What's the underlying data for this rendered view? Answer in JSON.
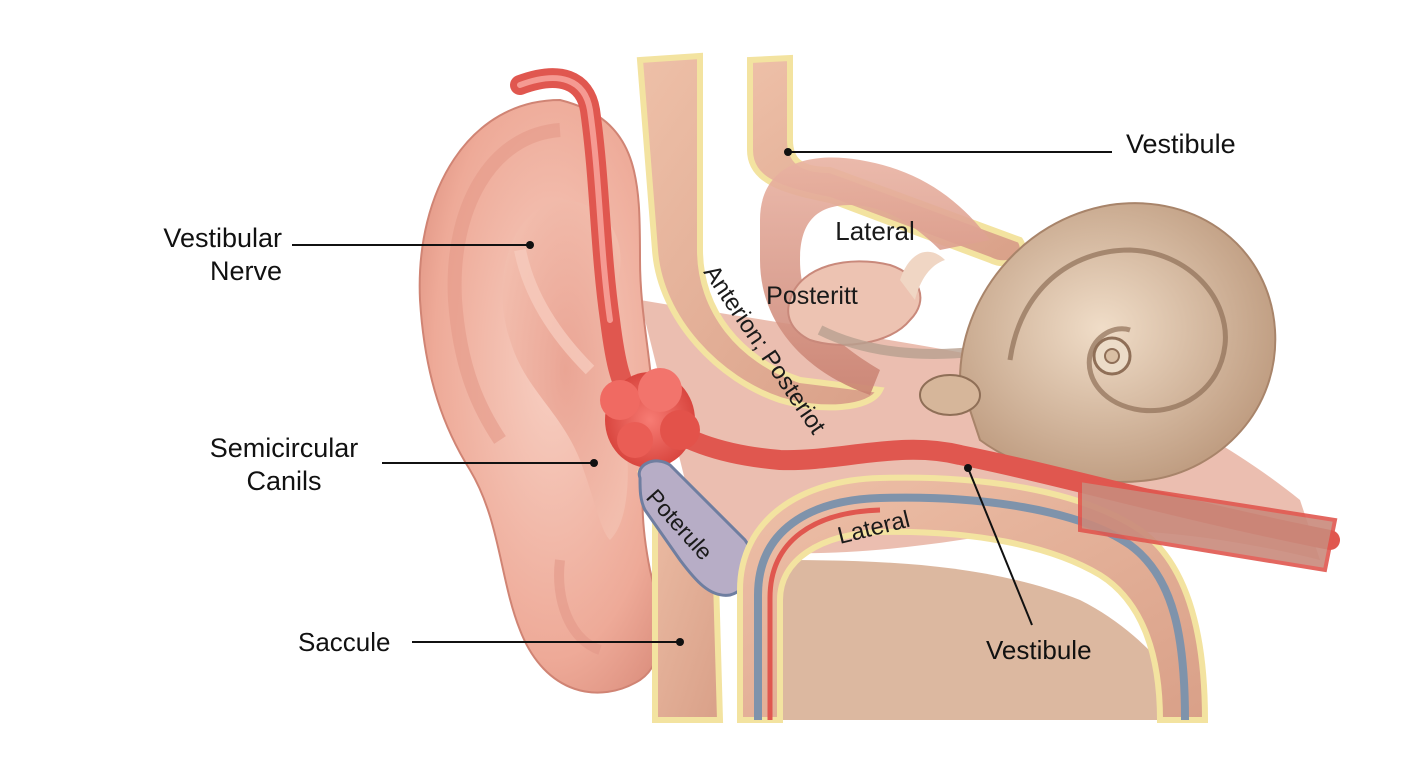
{
  "labels": {
    "vestibular_nerve": [
      "Vestibular",
      "Nerve"
    ],
    "semicircular_canals": [
      "Semicircular",
      "Canils"
    ],
    "saccule": "Saccule",
    "vestibule_top": "Vestibule",
    "vestibule_bottom": "Vestibule",
    "lateral_top": "Lateral",
    "posterior_upper": "Posteritt",
    "anterior_posterior": "Anterion; Posteriot",
    "poterule": "Poterule",
    "lateral_bottom": "Lateral"
  },
  "colors": {
    "skin": "#f2b9a9",
    "skin_dark": "#d9897a",
    "bone": "#e6b59e",
    "bone_edge": "#f3e3a0",
    "nerve_red": "#e0574f",
    "cochlea": "#d9bfa4",
    "vein_blue": "#7f93ab",
    "line": "#111111"
  }
}
